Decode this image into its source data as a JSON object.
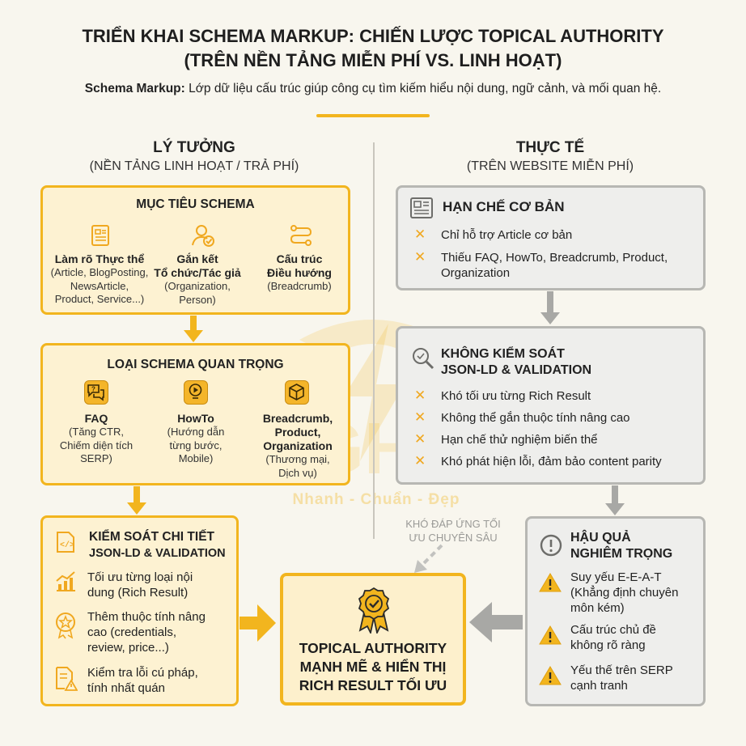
{
  "header": {
    "title_line1": "TRIỂN KHAI SCHEMA MARKUP: CHIẾN LƯỢC TOPICAL AUTHORITY",
    "title_line2": "(TRÊN NỀN TẢNG MIỄN PHÍ VS. LINH HOẠT)",
    "subtitle_bold": "Schema Markup:",
    "subtitle_text": "Lớp dữ liệu cấu trúc giúp công cụ tìm kiếm hiểu nội dung, ngữ cảnh, và mối quan hệ."
  },
  "left": {
    "heading": "LÝ TƯỞNG",
    "subheading": "(NỀN TẢNG LINH HOẠT / TRẢ PHÍ)",
    "goal_box": {
      "title": "MỤC TIÊU SCHEMA",
      "items": [
        {
          "icon": "document-icon",
          "label": "Làm rõ Thực thể",
          "sub": [
            "(Article, BlogPosting,",
            "NewsArticle,",
            "Product, Service...)"
          ]
        },
        {
          "icon": "person-check-icon",
          "label": "Gắn kết\nTổ chức/Tác giả",
          "sub": [
            "(Organization,",
            "Person)"
          ]
        },
        {
          "icon": "route-icon",
          "label": "Cấu trúc\nĐiều hướng",
          "sub": [
            "(Breadcrumb)"
          ]
        }
      ]
    },
    "types_box": {
      "title": "LOẠI SCHEMA QUAN TRỌNG",
      "items": [
        {
          "icon": "faq-bubble-icon",
          "label": "FAQ",
          "sub": [
            "(Tăng CTR,",
            "Chiếm diện tích",
            "SERP)"
          ]
        },
        {
          "icon": "play-bulb-icon",
          "label": "HowTo",
          "sub": [
            "(Hướng dẫn",
            "từng bước,",
            "Mobile)"
          ]
        },
        {
          "icon": "box-icon",
          "label": "Breadcrumb,\nProduct,\nOrganization",
          "sub": [
            "(Thương mại,",
            "Dịch vụ)"
          ]
        }
      ]
    },
    "control_box": {
      "title_line1": "KIỂM SOÁT CHI TIẾT",
      "title_line2": "JSON-LD & VALIDATION",
      "items": [
        {
          "icon": "chart-up-icon",
          "text": "Tối ưu từng loại nội\ndung (Rich Result)"
        },
        {
          "icon": "star-badge-icon",
          "text": "Thêm thuộc tính nâng\ncao (credentials,\nreview, price...)"
        },
        {
          "icon": "doc-warning-icon",
          "text": "Kiểm tra lỗi cú pháp,\ntính nhất quán"
        }
      ]
    }
  },
  "right": {
    "heading": "THỰC TẾ",
    "subheading": "(TRÊN WEBSITE MIỄN PHÍ)",
    "basic_box": {
      "title": "HẠN CHẾ CƠ BẢN",
      "items": [
        "Chỉ hỗ trợ Article cơ bản",
        "Thiếu FAQ, HowTo, Breadcrumb, Product,\nOrganization"
      ]
    },
    "nocontrol_box": {
      "title_line1": "KHÔNG KIỂM SOÁT",
      "title_line2": "JSON-LD & VALIDATION",
      "items": [
        "Khó tối ưu từng Rich Result",
        "Không thể gắn thuộc tính nâng cao",
        "Hạn chế thử nghiệm biến thể",
        "Khó phát hiện lỗi, đảm bảo content parity"
      ]
    },
    "consequence_box": {
      "title_line1": "HẬU QUẢ",
      "title_line2": "NGHIÊM TRỌNG",
      "items": [
        "Suy yếu E-E-A-T\n(Khẳng định chuyên\nmôn kém)",
        "Cấu trúc chủ đề\nkhông rõ ràng",
        "Yếu thế trên SERP\ncạnh tranh"
      ]
    }
  },
  "center": {
    "target_text": "TOPICAL AUTHORITY\nMẠNH MẼ & HIỂN THỊ\nRICH RESULT TỐI ƯU",
    "dashed_note": "KHÓ ĐÁP ỨNG TỐI\nƯU CHUYÊN SÂU"
  },
  "watermark": {
    "text": "Nhanh - Chuẩn - Đẹp"
  },
  "colors": {
    "accent": "#f2b51e",
    "ideal_fill": "#fdf2d2",
    "reality_fill": "#eeeeec",
    "reality_border": "#b7b7b3",
    "gray_arrow": "#a8a8a5",
    "background": "#f8f6ee"
  }
}
